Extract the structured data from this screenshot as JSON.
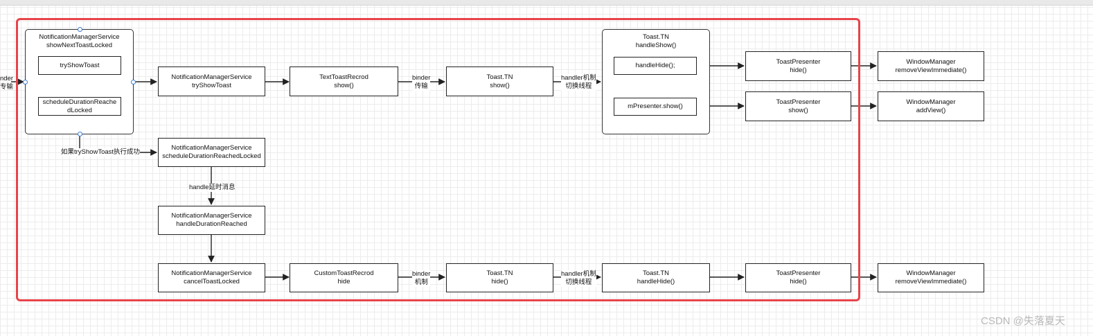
{
  "edge_label": {
    "line1": "nder",
    "line2": "专输"
  },
  "container_left": {
    "line1": "NotificationManagerService",
    "line2": "showNextToastLocked"
  },
  "try_show_toast_inner": "tryShowToast",
  "schedule_inner": {
    "line1": "scheduleDurationReache",
    "line2": "dLocked"
  },
  "nms_try_show": {
    "line1": "NotificationManagerService",
    "line2": "tryShowToast"
  },
  "text_toast_record": {
    "line1": "TextToastRecrod",
    "line2": "show()"
  },
  "binder_transfer": {
    "line1": "binder",
    "line2": "传输"
  },
  "toast_tn_show": {
    "line1": "Toast.TN",
    "line2": "show()"
  },
  "handler_switch_1": {
    "line1": "handler机制",
    "line2": "切换线程"
  },
  "container_right": {
    "line1": "Toast.TN",
    "line2": "handleShow()"
  },
  "handle_hide_inner": "handleHide();",
  "presenter_show_inner": "mPresenter.show()",
  "presenter_hide_1": {
    "line1": "ToastPresenter",
    "line2": "hide()"
  },
  "presenter_show": {
    "line1": "ToastPresenter",
    "line2": "show()"
  },
  "wm_remove_1": {
    "line1": "WindowManager",
    "line2": "removeViewImmediate()"
  },
  "wm_add": {
    "line1": "WindowManager",
    "line2": "addView()"
  },
  "if_success_label": "如果tryShowToast执行成功",
  "nms_schedule": {
    "line1": "NotificationManagerService",
    "line2": "scheduleDurationReachedLocked"
  },
  "handle_delay_label": "handle延时消息",
  "nms_handle_duration": {
    "line1": "NotificationManagerService",
    "line2": "handleDurationReached"
  },
  "nms_cancel": {
    "line1": "NotificationManagerService",
    "line2": "cancelToastLocked"
  },
  "custom_toast_record": {
    "line1": "CustomToastRecrod",
    "line2": "hide"
  },
  "binder_mechanism": {
    "line1": "binder",
    "line2": "机制"
  },
  "toast_tn_hide": {
    "line1": "Toast.TN",
    "line2": "hide()"
  },
  "handler_switch_2": {
    "line1": "handler机制",
    "line2": "切换线程"
  },
  "toast_tn_handle_hide": {
    "line1": "Toast.TN",
    "line2": "handleHide()"
  },
  "presenter_hide_2": {
    "line1": "ToastPresenter",
    "line2": "hide()"
  },
  "wm_remove_2": {
    "line1": "WindowManager",
    "line2": "removeViewImmediate()"
  },
  "watermark": "CSDN @失落夏天"
}
